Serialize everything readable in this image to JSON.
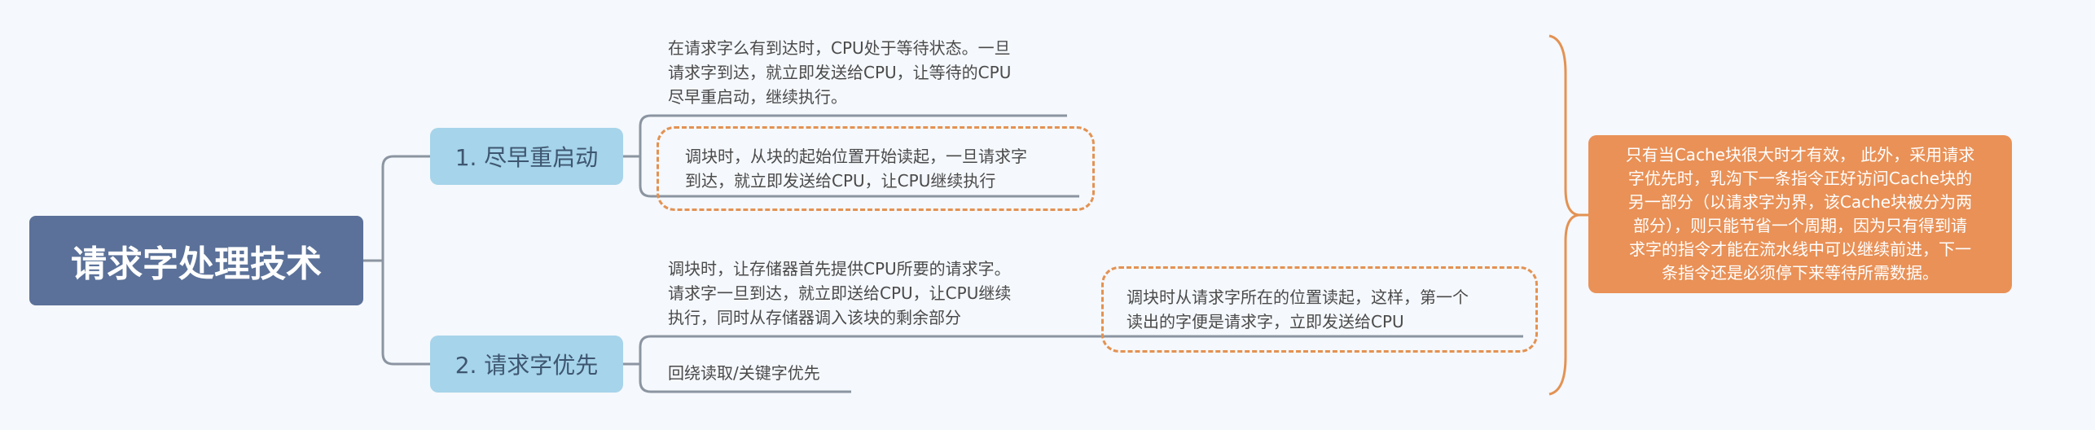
{
  "root": {
    "title": "请求字处理技术"
  },
  "branches": [
    {
      "label": "1. 尽早重启动",
      "notes": [
        "在请求字么有到达时，CPU处于等待状态。一旦\n请求字到达，就立即发送给CPU，让等待的CPU\n尽早重启动，继续执行。",
        "调块时，从块的起始位置开始读起，一旦请求字\n到达，就立即发送给CPU，让CPU继续执行"
      ]
    },
    {
      "label": "2. 请求字优先",
      "notes": [
        "调块时，让存储器首先提供CPU所要的请求字。\n请求字一旦到达，就立即送给CPU，让CPU继续\n执行，同时从存储器调入该块的剩余部分",
        "回绕读取/关键字优先"
      ],
      "detail": "调块时从请求字所在的位置读起，这样，第一个\n读出的字便是请求字，立即发送给CPU"
    }
  ],
  "summary": "只有当Cache块很大时才有效， 此外，采用请求\n字优先时，乳沟下一条指令正好访问Cache块的\n另一部分（以请求字为界，该Cache块被分为两\n部分），则只能节省一个周期，因为只有得到请\n求字的指令才能在流水线中可以继续前进，下一\n条指令还是必须停下来等待所需数据。",
  "colors": {
    "root": "#5b7199",
    "branch": "#a6d4ea",
    "connector": "#8b95a1",
    "accent": "#e39253",
    "summary": "#e99157",
    "background": "#f5f8fc"
  }
}
